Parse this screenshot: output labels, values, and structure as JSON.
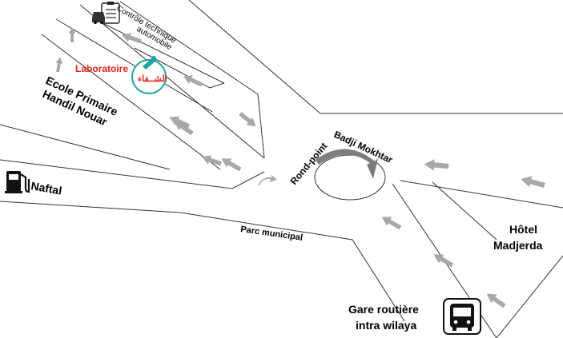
{
  "labels": {
    "controle": "Contrôle technique automobile",
    "controle_line1": "Contrôle technique",
    "controle_line2": "automobile",
    "laboratoire": "Laboratoire",
    "lab_logo_arabic": "الشــفاء",
    "ecole_line1": "Ecole Primaire",
    "ecole_line2": "Handil Nouar",
    "naftal": "Naftal",
    "parc": "Parc municipal",
    "rondpoint": "Rond-point Badji Mokhtar",
    "rondpoint_line1": "Rond-point",
    "rondpoint_line2": "Badji Mokhtar",
    "hotel_line1": "Hôtel",
    "hotel_line2": "Madjerda",
    "gare_line1": "Gare routière",
    "gare_line2": "intra wilaya"
  },
  "icons": {
    "car_inspection": "clipboard-car-icon",
    "lab_logo": "pharmacy-logo-icon",
    "fuel": "fuel-pump-icon",
    "bus": "bus-icon",
    "roundabout_arrow": "curved-arrow-icon",
    "traffic_arrow": "arrow-icon"
  },
  "colors": {
    "road_line": "#333333",
    "arrow": "#a8a8a8",
    "lab_red": "#e2231a",
    "lab_teal": "#1fa3a0"
  }
}
